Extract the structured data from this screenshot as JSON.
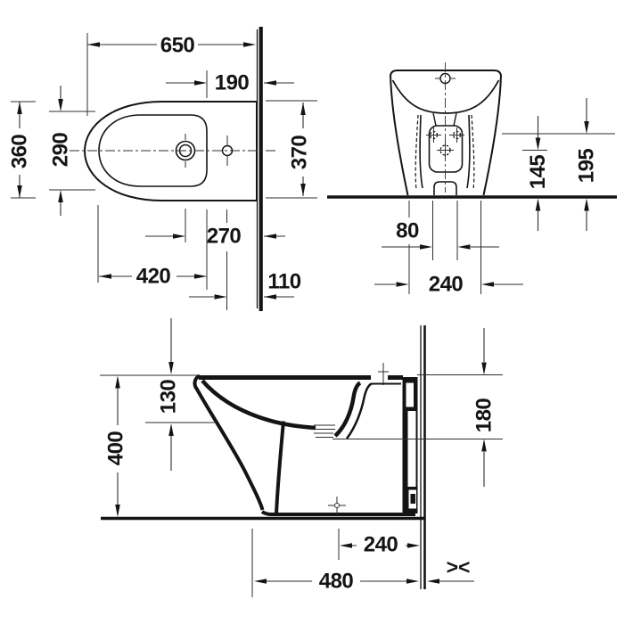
{
  "drawing": {
    "product": "floor-standing bidet technical drawing",
    "line_color": "#141414",
    "bg_color": "#ffffff",
    "views": {
      "plan": {
        "name": "plan-view",
        "dims": {
          "overall_length": "650",
          "rim_to_wall": "190",
          "width_front": "360",
          "basin_width": "290",
          "width_at_wall": "370",
          "tap_hole_to_wall": "270",
          "basin_length": "420",
          "side_hole_to_wall": "110"
        }
      },
      "rear": {
        "name": "rear-view",
        "dims": {
          "fixing_holes_spacing": "80",
          "base_width": "240",
          "outlet_height": "145",
          "fixing_holes_height": "195"
        }
      },
      "side": {
        "name": "side-view",
        "dims": {
          "overall_height": "400",
          "rim_depth": "130",
          "rear_drop": "180",
          "outlet_to_wall": "240",
          "front_foot_to_wall": "480"
        },
        "not_to_scale_symbol": "><"
      }
    }
  }
}
